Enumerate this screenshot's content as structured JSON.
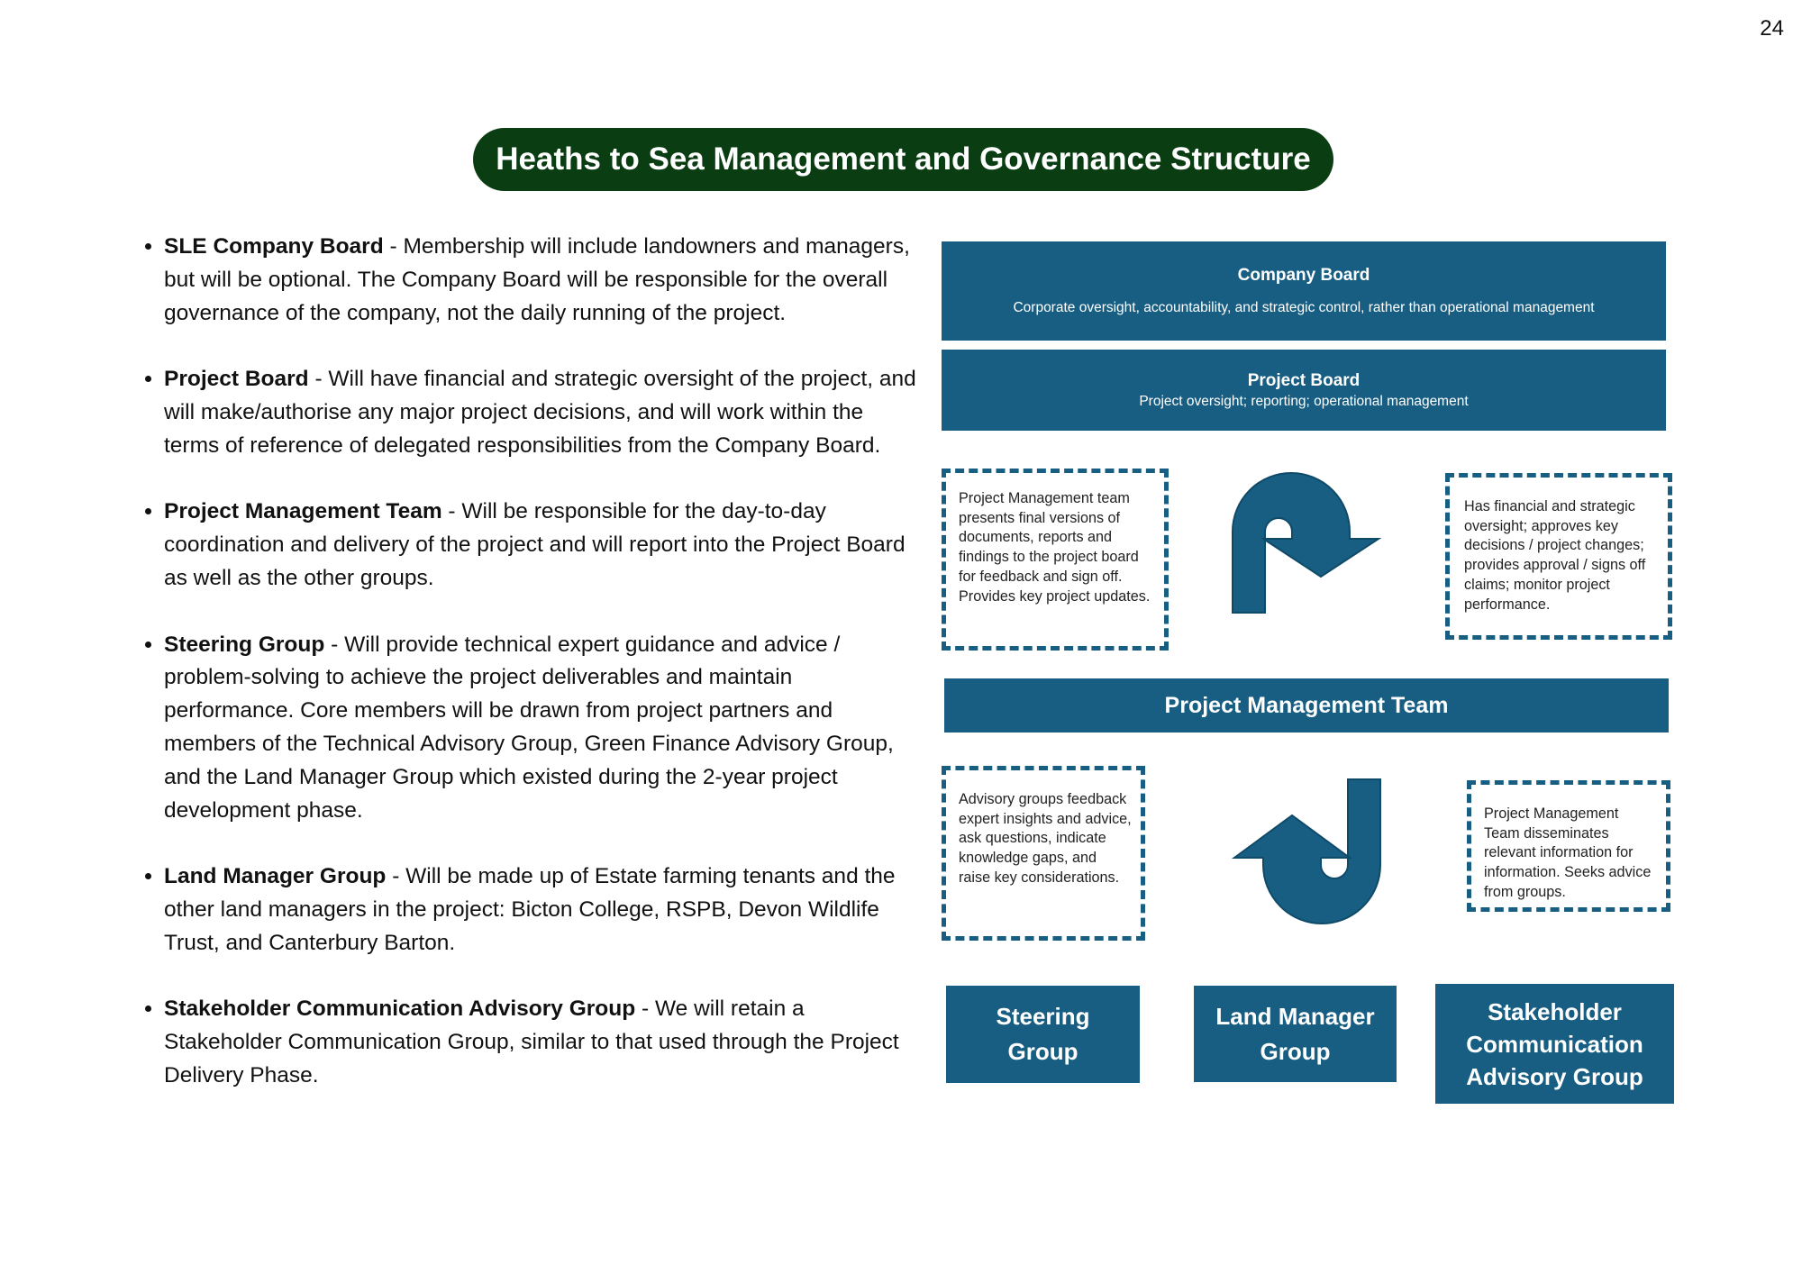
{
  "page_number": "24",
  "title": "Heaths to Sea Management and Governance Structure",
  "bullets": [
    {
      "term": "SLE Company Board",
      "text": " - Membership will include landowners and managers, but will be optional. The Company Board will be responsible for the overall governance of the company, not the daily running of the project."
    },
    {
      "term": "Project Board",
      "text": " - Will have financial and strategic oversight of the project, and will make/authorise any major project decisions, and will work within the terms of reference of delegated responsibilities from the Company Board."
    },
    {
      "term": "Project Management Team",
      "text": " - Will be responsible for the day-to-day coordination and delivery of the project and will report into the Project Board as well as the other groups."
    },
    {
      "term": "Steering Group",
      "text": " - Will provide technical expert guidance and advice / problem-solving to achieve the project deliverables and maintain performance. Core members will be drawn from project partners and members of the Technical Advisory Group, Green Finance Advisory Group, and the Land Manager Group which existed during the 2-year project development phase."
    },
    {
      "term": "Land Manager Group",
      "text": " - Will be made up of Estate farming tenants and the other land managers in the project: Bicton College, RSPB, Devon Wildlife Trust, and Canterbury Barton."
    },
    {
      "term": "Stakeholder Communication Advisory Group",
      "text": " - We will retain a Stakeholder Communication Group, similar to that used through the Project Delivery Phase."
    }
  ],
  "diagram": {
    "company_board": {
      "title": "Company Board",
      "subtitle": "Corporate oversight, accountability, and strategic control, rather than operational management"
    },
    "project_board": {
      "title": "Project Board",
      "subtitle": "Project oversight; reporting; operational management"
    },
    "pmt_to_board_note": "Project Management team presents final versions of documents, reports and findings to the project board for feedback and sign off. Provides key project updates.",
    "board_to_pmt_note": "Has financial and strategic oversight; approves key decisions / project changes; provides approval / signs off claims; monitor project performance.",
    "project_management_team": "Project Management Team",
    "groups_to_pmt_note": "Advisory groups feedback expert insights and advice, ask questions, indicate knowledge gaps, and raise key considerations.",
    "pmt_to_groups_note": "Project Management Team disseminates relevant information for information. Seeks advice from groups.",
    "groups": {
      "steering_line1": "Steering",
      "steering_line2": "Group",
      "land_line1": "Land Manager",
      "land_line2": "Group",
      "stake_line1": "Stakeholder",
      "stake_line2": "Communication",
      "stake_line3": "Advisory Group"
    },
    "colors": {
      "box": "#175e82",
      "title_pill": "#0b3d13"
    },
    "icons": [
      "u-turn-arrow-down-icon",
      "u-turn-arrow-up-icon"
    ]
  }
}
